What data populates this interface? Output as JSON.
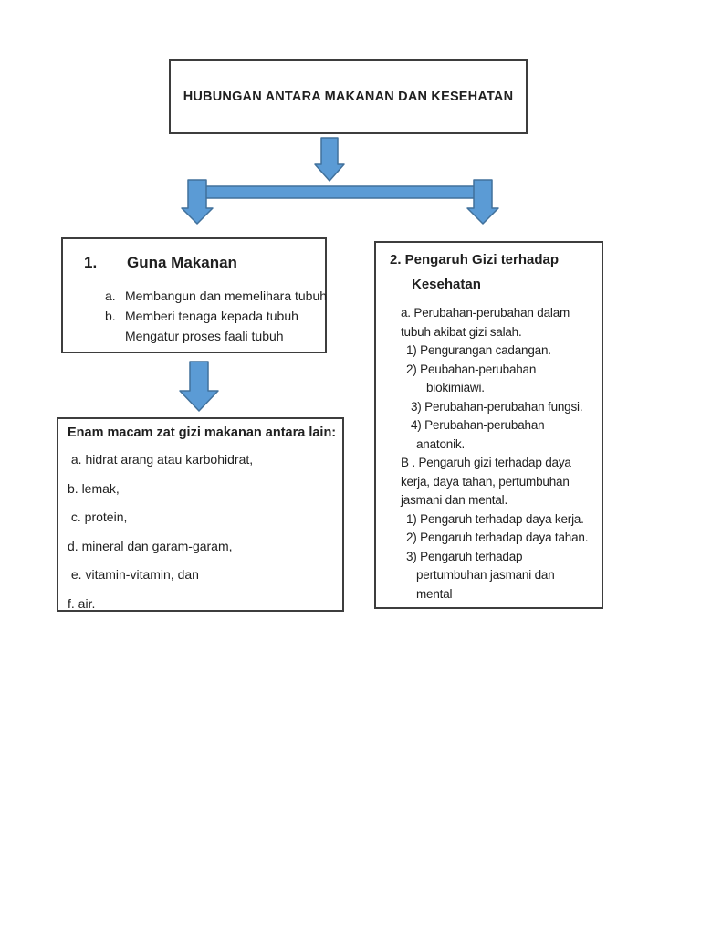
{
  "title": "HUBUNGAN ANTARA MAKANAN DAN KESEHATAN",
  "colors": {
    "arrow_fill": "#5b9bd5",
    "arrow_border": "#41719c",
    "box_border": "#3d3d3d",
    "text": "#1f1f1f",
    "page_background": "#ffffff"
  },
  "guna_makanan": {
    "number": "1.",
    "heading": "Guna Makanan",
    "items": [
      {
        "marker": "a.",
        "text": "Membangun dan memelihara tubuh"
      },
      {
        "marker": "b.",
        "text": "Memberi tenaga kepada tubuh"
      },
      {
        "marker": "",
        "text": "Mengatur proses faali tubuh"
      }
    ]
  },
  "pengaruh_gizi": {
    "heading_line1": "2. Pengaruh Gizi terhadap",
    "heading_line2": "Kesehatan",
    "lines": [
      "a. Perubahan-perubahan dalam",
      "tubuh akibat gizi salah.",
      "1) Pengurangan cadangan.",
      "2) Peubahan-perubahan",
      "biokimiawi.",
      "3) Perubahan-perubahan fungsi.",
      "4) Perubahan-perubahan",
      "anatonik.",
      "B . Pengaruh gizi terhadap daya",
      "kerja, daya tahan, pertumbuhan",
      "jasmani dan mental.",
      "1) Pengaruh terhadap daya kerja.",
      "2) Pengaruh terhadap daya tahan.",
      "3) Pengaruh terhadap",
      "pertumbuhan jasmani dan",
      "mental"
    ]
  },
  "zat_gizi": {
    "heading": "Enam macam zat gizi makanan antara lain:",
    "items": [
      " a. hidrat arang atau karbohidrat,",
      "b. lemak,",
      " c. protein,",
      "d. mineral dan garam-garam,",
      " e. vitamin-vitamin, dan",
      "f. air."
    ]
  }
}
